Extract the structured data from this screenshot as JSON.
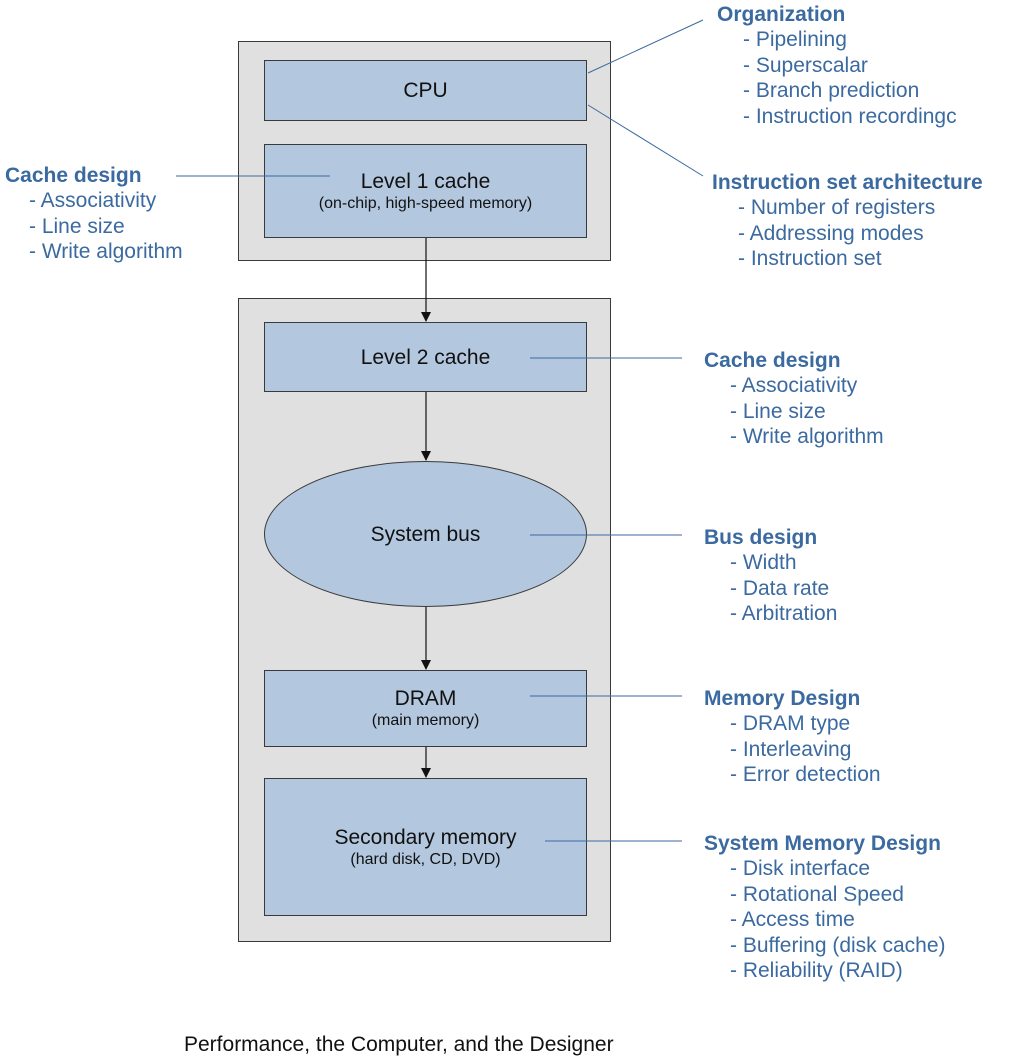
{
  "boxes": {
    "cpu": {
      "label": "CPU"
    },
    "l1": {
      "label": "Level 1 cache",
      "sub": "(on-chip, high-speed memory)"
    },
    "l2": {
      "label": "Level 2 cache"
    },
    "bus": {
      "label": "System bus"
    },
    "dram": {
      "label": "DRAM",
      "sub": "(main memory)"
    },
    "secondary": {
      "label": "Secondary memory",
      "sub": "(hard disk, CD, DVD)"
    }
  },
  "annotations": {
    "organization": {
      "title": "Organization",
      "items": [
        "- Pipelining",
        "- Superscalar",
        "- Branch prediction",
        "- Instruction recordingc"
      ]
    },
    "isa": {
      "title": "Instruction set architecture",
      "items": [
        "- Number of registers",
        "- Addressing modes",
        "- Instruction set"
      ]
    },
    "cache_left": {
      "title": "Cache design",
      "items": [
        "- Associativity",
        "- Line size",
        "- Write algorithm"
      ]
    },
    "cache_right": {
      "title": "Cache design",
      "items": [
        "- Associativity",
        "- Line size",
        "- Write algorithm"
      ]
    },
    "bus": {
      "title": "Bus design",
      "items": [
        "- Width",
        "- Data rate",
        "- Arbitration"
      ]
    },
    "memory": {
      "title": "Memory Design",
      "items": [
        "- DRAM type",
        "- Interleaving",
        "- Error detection"
      ]
    },
    "system_memory": {
      "title": "System Memory Design",
      "items": [
        "- Disk interface",
        "- Rotational Speed",
        "- Access time",
        "- Buffering (disk cache)",
        "- Reliability (RAID)"
      ]
    }
  },
  "caption": "Performance, the Computer, and the Designer",
  "colors": {
    "box_fill": "#b3c7df",
    "group_fill": "#e0e0e0",
    "annotation_text": "#3b6aa0",
    "connector": "#3b6aa0"
  }
}
